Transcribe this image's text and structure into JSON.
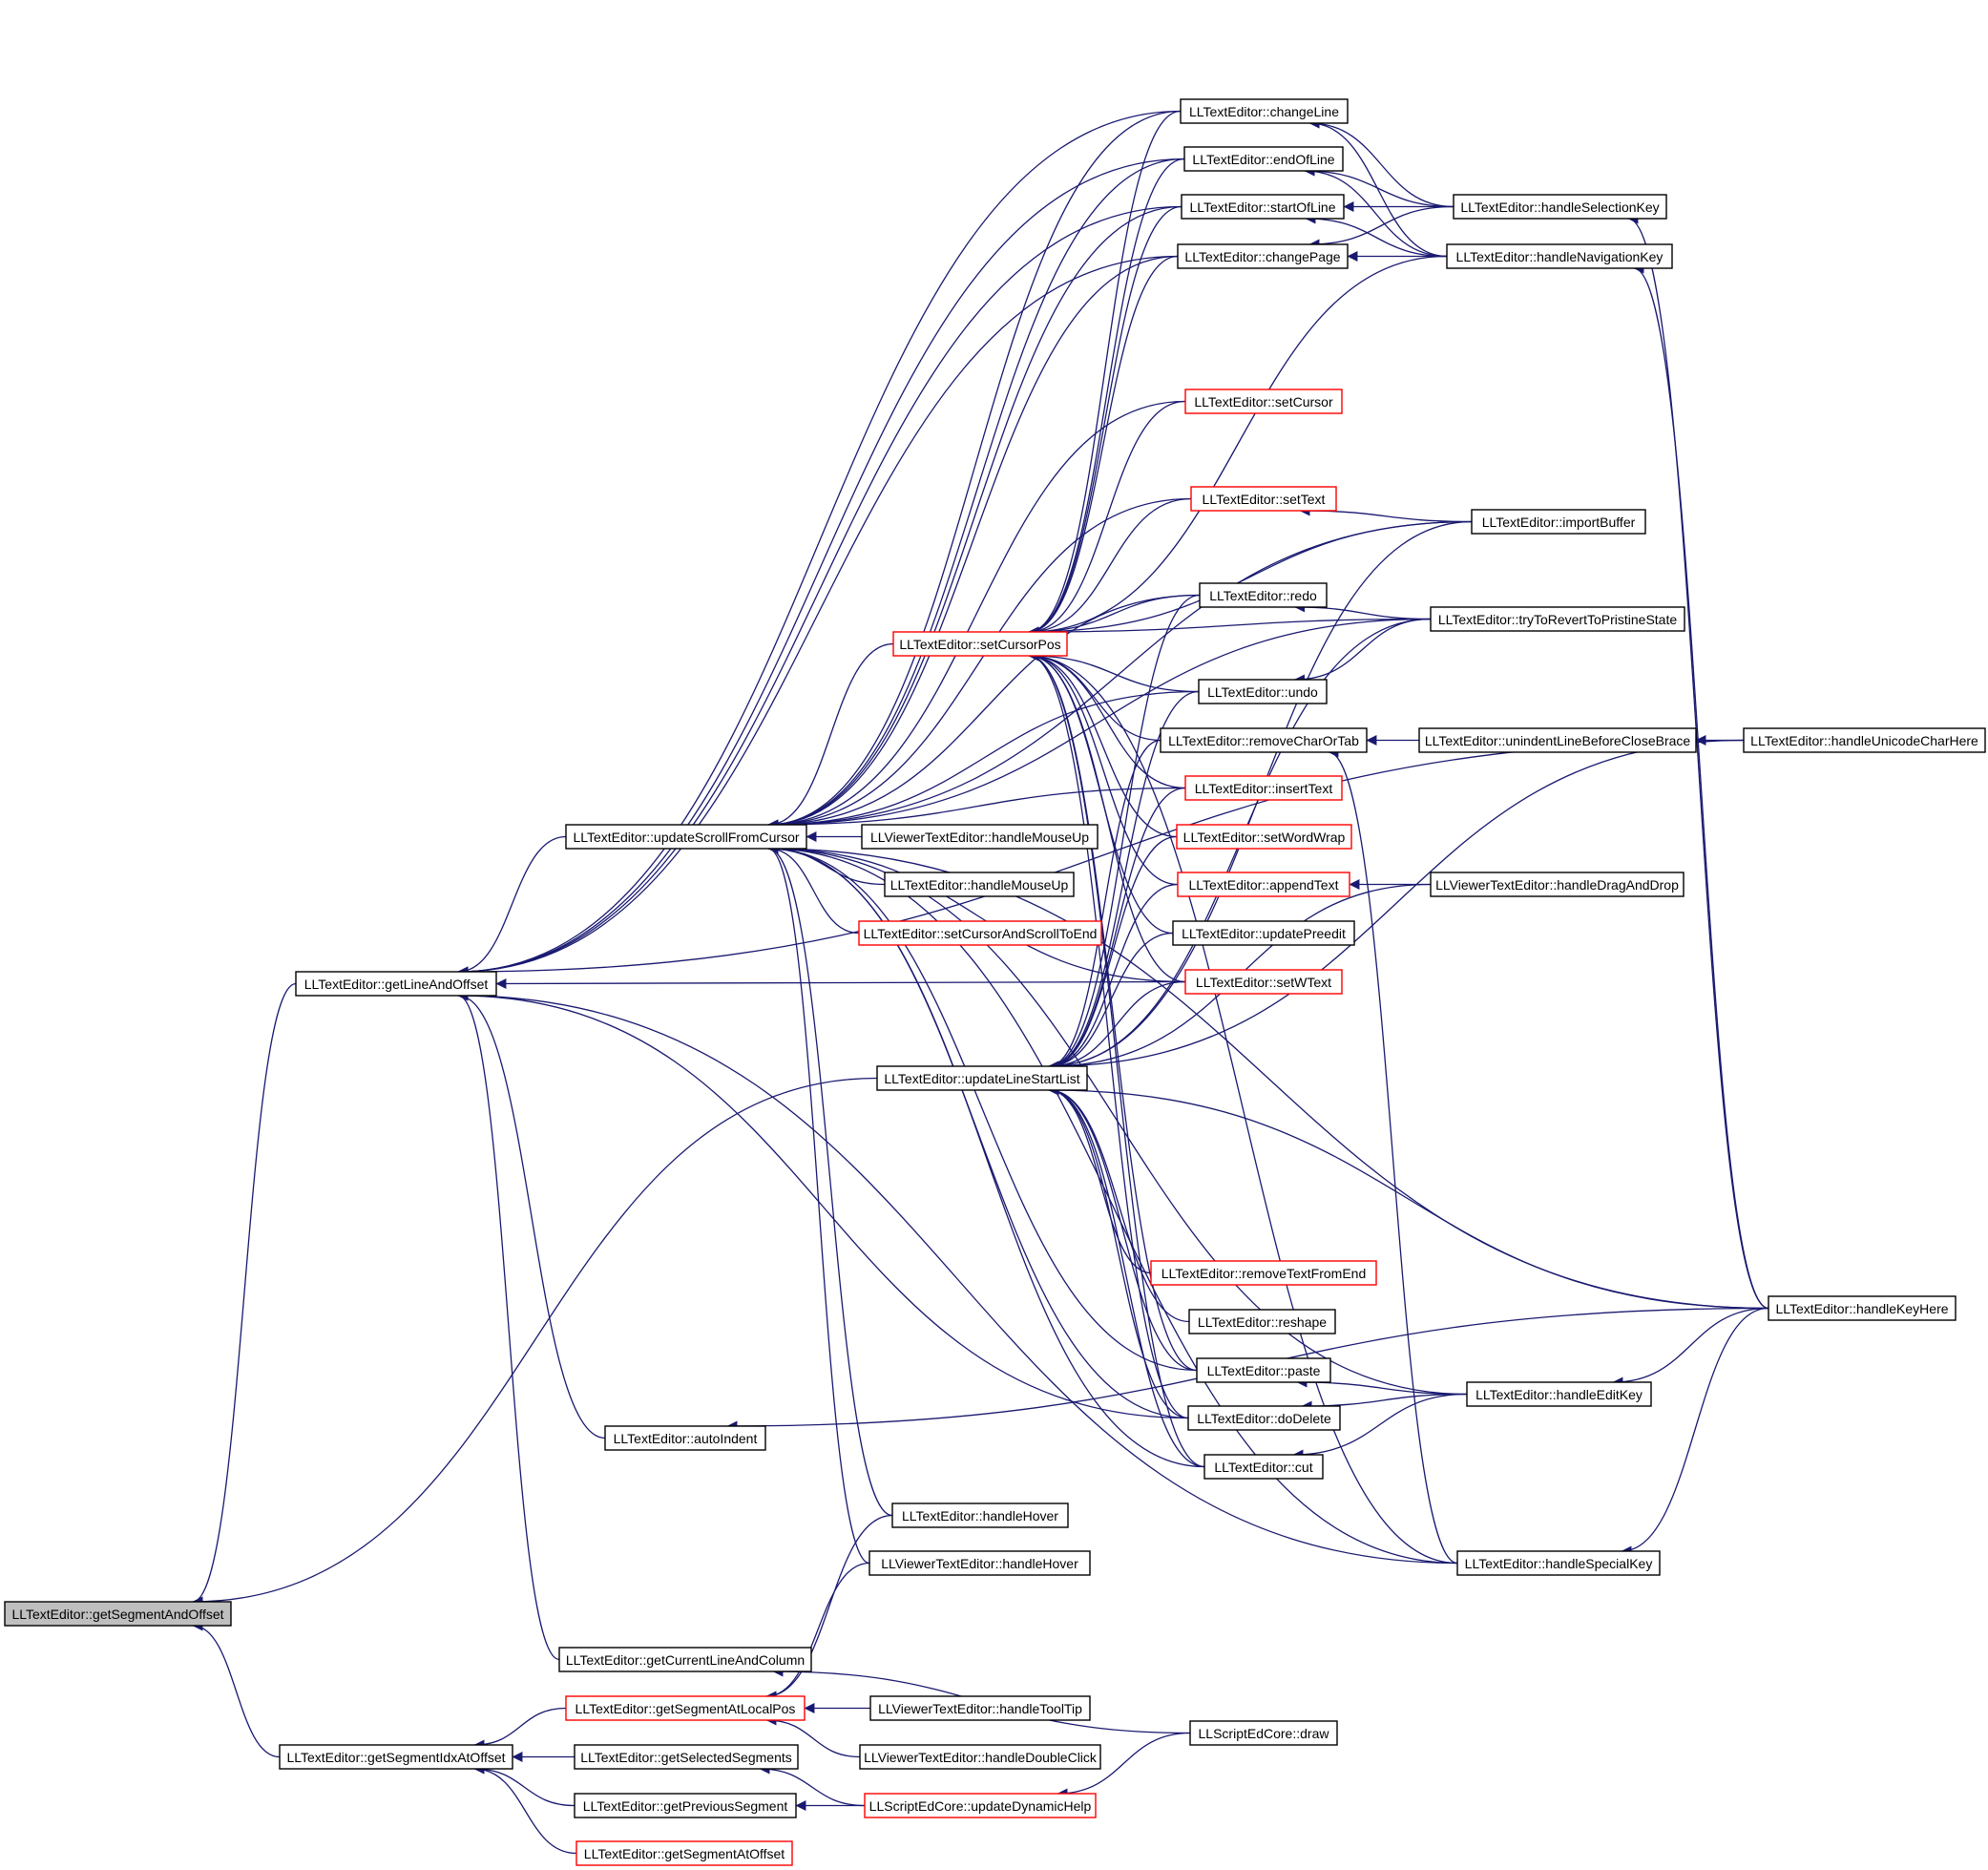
{
  "colors": {
    "edge": "#191970",
    "node_border": "#000000",
    "node_border_red": "#ff0000",
    "node_fill": "#ffffff",
    "root_fill": "#bfbfbf"
  },
  "nodes": {
    "getSegmentAndOffset": {
      "label": "LLTextEditor::getSegmentAndOffset",
      "red": false,
      "root": true
    },
    "getLineAndOffset": {
      "label": "LLTextEditor::getLineAndOffset",
      "red": false
    },
    "getSegmentIdxAtOffset": {
      "label": "LLTextEditor::getSegmentIdxAtOffset",
      "red": false
    },
    "updateScrollFromCursor": {
      "label": "LLTextEditor::updateScrollFromCursor",
      "red": false
    },
    "autoIndent": {
      "label": "LLTextEditor::autoIndent",
      "red": false
    },
    "getCurrentLineAndColumn": {
      "label": "LLTextEditor::getCurrentLineAndColumn",
      "red": false
    },
    "getSegmentAtLocalPos": {
      "label": "LLTextEditor::getSegmentAtLocalPos",
      "red": true
    },
    "getSelectedSegments": {
      "label": "LLTextEditor::getSelectedSegments",
      "red": false
    },
    "getPreviousSegment": {
      "label": "LLTextEditor::getPreviousSegment",
      "red": false
    },
    "getSegmentAtOffset": {
      "label": "LLTextEditor::getSegmentAtOffset",
      "red": true
    },
    "setCursorPos": {
      "label": "LLTextEditor::setCursorPos",
      "red": true
    },
    "updateLineStartList": {
      "label": "LLTextEditor::updateLineStartList",
      "red": false
    },
    "vteHandleMouseUp": {
      "label": "LLViewerTextEditor::handleMouseUp",
      "red": false
    },
    "teHandleMouseUp": {
      "label": "LLTextEditor::handleMouseUp",
      "red": false
    },
    "setCursorAndScrollToEnd": {
      "label": "LLTextEditor::setCursorAndScrollToEnd",
      "red": true
    },
    "teHandleHover": {
      "label": "LLTextEditor::handleHover",
      "red": false
    },
    "vteHandleHover": {
      "label": "LLViewerTextEditor::handleHover",
      "red": false
    },
    "vteHandleToolTip": {
      "label": "LLViewerTextEditor::handleToolTip",
      "red": false
    },
    "vteHandleDoubleClick": {
      "label": "LLViewerTextEditor::handleDoubleClick",
      "red": false
    },
    "updateDynamicHelp": {
      "label": "LLScriptEdCore::updateDynamicHelp",
      "red": true
    },
    "changeLine": {
      "label": "LLTextEditor::changeLine",
      "red": false
    },
    "endOfLine": {
      "label": "LLTextEditor::endOfLine",
      "red": false
    },
    "startOfLine": {
      "label": "LLTextEditor::startOfLine",
      "red": false
    },
    "changePage": {
      "label": "LLTextEditor::changePage",
      "red": false
    },
    "setCursor": {
      "label": "LLTextEditor::setCursor",
      "red": true
    },
    "setText": {
      "label": "LLTextEditor::setText",
      "red": true
    },
    "redo": {
      "label": "LLTextEditor::redo",
      "red": false
    },
    "undo": {
      "label": "LLTextEditor::undo",
      "red": false
    },
    "removeCharOrTab": {
      "label": "LLTextEditor::removeCharOrTab",
      "red": false
    },
    "insertText": {
      "label": "LLTextEditor::insertText",
      "red": true
    },
    "setWordWrap": {
      "label": "LLTextEditor::setWordWrap",
      "red": true
    },
    "appendText": {
      "label": "LLTextEditor::appendText",
      "red": true
    },
    "updatePreedit": {
      "label": "LLTextEditor::updatePreedit",
      "red": false
    },
    "setWText": {
      "label": "LLTextEditor::setWText",
      "red": true
    },
    "removeTextFromEnd": {
      "label": "LLTextEditor::removeTextFromEnd",
      "red": true
    },
    "reshape": {
      "label": "LLTextEditor::reshape",
      "red": false
    },
    "paste": {
      "label": "LLTextEditor::paste",
      "red": false
    },
    "doDelete": {
      "label": "LLTextEditor::doDelete",
      "red": false
    },
    "cut": {
      "label": "LLTextEditor::cut",
      "red": false
    },
    "scriptDraw": {
      "label": "LLScriptEdCore::draw",
      "red": false
    },
    "handleSelectionKey": {
      "label": "LLTextEditor::handleSelectionKey",
      "red": false
    },
    "handleNavigationKey": {
      "label": "LLTextEditor::handleNavigationKey",
      "red": false
    },
    "importBuffer": {
      "label": "LLTextEditor::importBuffer",
      "red": false
    },
    "tryToRevert": {
      "label": "LLTextEditor::tryToRevertToPristineState",
      "red": false
    },
    "unindentLine": {
      "label": "LLTextEditor::unindentLineBeforeCloseBrace",
      "red": false
    },
    "vteHandleDragAndDrop": {
      "label": "LLViewerTextEditor::handleDragAndDrop",
      "red": false
    },
    "handleEditKey": {
      "label": "LLTextEditor::handleEditKey",
      "red": false
    },
    "handleSpecialKey": {
      "label": "LLTextEditor::handleSpecialKey",
      "red": false
    },
    "handleUnicodeCharHere": {
      "label": "LLTextEditor::handleUnicodeCharHere",
      "red": false
    },
    "handleKeyHere": {
      "label": "LLTextEditor::handleKeyHere",
      "red": false
    }
  },
  "edges": [
    [
      "getLineAndOffset",
      "getSegmentAndOffset"
    ],
    [
      "getSegmentIdxAtOffset",
      "getSegmentAndOffset"
    ],
    [
      "updateLineStartList",
      "getSegmentAndOffset"
    ],
    [
      "updateScrollFromCursor",
      "getLineAndOffset"
    ],
    [
      "autoIndent",
      "getLineAndOffset"
    ],
    [
      "getCurrentLineAndColumn",
      "getLineAndOffset"
    ],
    [
      "changeLine",
      "getLineAndOffset"
    ],
    [
      "endOfLine",
      "getLineAndOffset"
    ],
    [
      "startOfLine",
      "getLineAndOffset"
    ],
    [
      "changePage",
      "getLineAndOffset"
    ],
    [
      "setWText",
      "getLineAndOffset"
    ],
    [
      "doDelete",
      "getLineAndOffset"
    ],
    [
      "handleSpecialKey",
      "getLineAndOffset"
    ],
    [
      "handleUnicodeCharHere",
      "getLineAndOffset"
    ],
    [
      "getSegmentAtLocalPos",
      "getSegmentIdxAtOffset"
    ],
    [
      "getSelectedSegments",
      "getSegmentIdxAtOffset"
    ],
    [
      "getPreviousSegment",
      "getSegmentIdxAtOffset"
    ],
    [
      "getSegmentAtOffset",
      "getSegmentIdxAtOffset"
    ],
    [
      "setCursorPos",
      "updateScrollFromCursor"
    ],
    [
      "vteHandleMouseUp",
      "updateScrollFromCursor"
    ],
    [
      "teHandleMouseUp",
      "updateScrollFromCursor"
    ],
    [
      "setCursorAndScrollToEnd",
      "updateScrollFromCursor"
    ],
    [
      "changeLine",
      "updateScrollFromCursor"
    ],
    [
      "endOfLine",
      "updateScrollFromCursor"
    ],
    [
      "startOfLine",
      "updateScrollFromCursor"
    ],
    [
      "changePage",
      "updateScrollFromCursor"
    ],
    [
      "setCursor",
      "updateScrollFromCursor"
    ],
    [
      "setText",
      "updateScrollFromCursor"
    ],
    [
      "redo",
      "updateScrollFromCursor"
    ],
    [
      "undo",
      "updateScrollFromCursor"
    ],
    [
      "insertText",
      "updateScrollFromCursor"
    ],
    [
      "setWText",
      "updateScrollFromCursor"
    ],
    [
      "paste",
      "updateScrollFromCursor"
    ],
    [
      "doDelete",
      "updateScrollFromCursor"
    ],
    [
      "cut",
      "updateScrollFromCursor"
    ],
    [
      "teHandleHover",
      "updateScrollFromCursor"
    ],
    [
      "vteHandleHover",
      "updateScrollFromCursor"
    ],
    [
      "handleEditKey",
      "updateScrollFromCursor"
    ],
    [
      "handleSpecialKey",
      "updateScrollFromCursor"
    ],
    [
      "importBuffer",
      "updateScrollFromCursor"
    ],
    [
      "handleKeyHere",
      "updateScrollFromCursor"
    ],
    [
      "tryToRevert",
      "updateScrollFromCursor"
    ],
    [
      "changeLine",
      "setCursorPos"
    ],
    [
      "endOfLine",
      "setCursorPos"
    ],
    [
      "startOfLine",
      "setCursorPos"
    ],
    [
      "changePage",
      "setCursorPos"
    ],
    [
      "setCursor",
      "setCursorPos"
    ],
    [
      "setText",
      "setCursorPos"
    ],
    [
      "redo",
      "setCursorPos"
    ],
    [
      "undo",
      "setCursorPos"
    ],
    [
      "removeCharOrTab",
      "setCursorPos"
    ],
    [
      "insertText",
      "setCursorPos"
    ],
    [
      "setWordWrap",
      "setCursorPos"
    ],
    [
      "appendText",
      "setCursorPos"
    ],
    [
      "updatePreedit",
      "setCursorPos"
    ],
    [
      "setWText",
      "setCursorPos"
    ],
    [
      "paste",
      "setCursorPos"
    ],
    [
      "doDelete",
      "setCursorPos"
    ],
    [
      "cut",
      "setCursorPos"
    ],
    [
      "handleNavigationKey",
      "setCursorPos"
    ],
    [
      "importBuffer",
      "setCursorPos"
    ],
    [
      "tryToRevert",
      "setCursorPos"
    ],
    [
      "handleSpecialKey",
      "setCursorPos"
    ],
    [
      "removeTextFromEnd",
      "updateLineStartList"
    ],
    [
      "reshape",
      "updateLineStartList"
    ],
    [
      "paste",
      "updateLineStartList"
    ],
    [
      "doDelete",
      "updateLineStartList"
    ],
    [
      "cut",
      "updateLineStartList"
    ],
    [
      "setWordWrap",
      "updateLineStartList"
    ],
    [
      "appendText",
      "updateLineStartList"
    ],
    [
      "updatePreedit",
      "updateLineStartList"
    ],
    [
      "setWText",
      "updateLineStartList"
    ],
    [
      "redo",
      "updateLineStartList"
    ],
    [
      "undo",
      "updateLineStartList"
    ],
    [
      "removeCharOrTab",
      "updateLineStartList"
    ],
    [
      "insertText",
      "updateLineStartList"
    ],
    [
      "handleKeyHere",
      "updateLineStartList"
    ],
    [
      "handleUnicodeCharHere",
      "updateLineStartList"
    ],
    [
      "importBuffer",
      "updateLineStartList"
    ],
    [
      "tryToRevert",
      "updateLineStartList"
    ],
    [
      "vteHandleDragAndDrop",
      "updateLineStartList"
    ],
    [
      "teHandleHover",
      "getSegmentAtLocalPos"
    ],
    [
      "vteHandleHover",
      "getSegmentAtLocalPos"
    ],
    [
      "vteHandleToolTip",
      "getSegmentAtLocalPos"
    ],
    [
      "vteHandleDoubleClick",
      "getSegmentAtLocalPos"
    ],
    [
      "scriptDraw",
      "getCurrentLineAndColumn"
    ],
    [
      "updateDynamicHelp",
      "getPreviousSegment"
    ],
    [
      "updateDynamicHelp",
      "getSelectedSegments"
    ],
    [
      "scriptDraw",
      "updateDynamicHelp"
    ],
    [
      "handleKeyHere",
      "autoIndent"
    ],
    [
      "handleSelectionKey",
      "changeLine"
    ],
    [
      "handleNavigationKey",
      "changeLine"
    ],
    [
      "handleSelectionKey",
      "endOfLine"
    ],
    [
      "handleNavigationKey",
      "endOfLine"
    ],
    [
      "handleSelectionKey",
      "startOfLine"
    ],
    [
      "handleNavigationKey",
      "startOfLine"
    ],
    [
      "handleSelectionKey",
      "changePage"
    ],
    [
      "handleNavigationKey",
      "changePage"
    ],
    [
      "importBuffer",
      "setText"
    ],
    [
      "tryToRevert",
      "redo"
    ],
    [
      "tryToRevert",
      "undo"
    ],
    [
      "unindentLine",
      "removeCharOrTab"
    ],
    [
      "handleSpecialKey",
      "removeCharOrTab"
    ],
    [
      "vteHandleDragAndDrop",
      "appendText"
    ],
    [
      "handleEditKey",
      "paste"
    ],
    [
      "handleEditKey",
      "doDelete"
    ],
    [
      "handleEditKey",
      "cut"
    ],
    [
      "handleUnicodeCharHere",
      "unindentLine"
    ],
    [
      "handleKeyHere",
      "handleSelectionKey"
    ],
    [
      "handleKeyHere",
      "handleNavigationKey"
    ],
    [
      "handleKeyHere",
      "handleEditKey"
    ],
    [
      "handleKeyHere",
      "handleSpecialKey"
    ]
  ]
}
